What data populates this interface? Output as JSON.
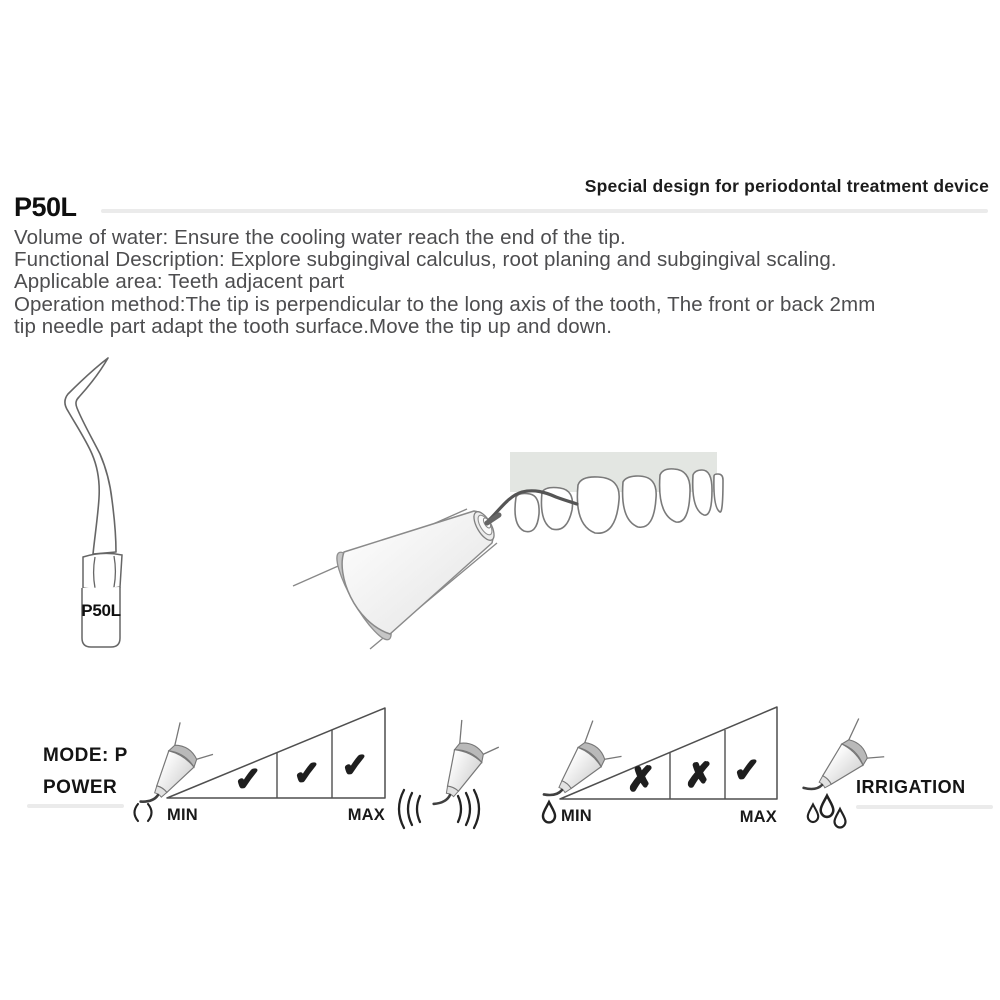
{
  "page": {
    "tagline": "Special design for periodontal treatment device",
    "model": "P50L"
  },
  "description": {
    "lines": [
      "Volume of water: Ensure the cooling water reach the end of the tip.",
      "Functional Description: Explore subgingival calculus, root planing and subgingival scaling.",
      "Applicable area: Teeth adjacent part",
      "Operation method:The tip is perpendicular to the long axis of the tooth, The front or back 2mm",
      "tip needle part adapt the tooth surface.Move the tip up and down."
    ]
  },
  "tip_diagram": {
    "label": "P50L"
  },
  "power_gauge": {
    "mode_label": "MODE: P",
    "power_label": "POWER",
    "min_label": "MIN",
    "max_label": "MAX",
    "segments": [
      "✓",
      "✓",
      "✓"
    ]
  },
  "irrigation_gauge": {
    "label": "IRRIGATION",
    "min_label": "MIN",
    "max_label": "MAX",
    "segments": [
      "✗",
      "✗",
      "✓"
    ]
  },
  "colors": {
    "accent_text": "#1c1c1c",
    "body_text": "#4d4d4f",
    "rule_gray": "#ebebeb",
    "gum_gray": "#e3e6e2",
    "line_art": "#777777"
  }
}
